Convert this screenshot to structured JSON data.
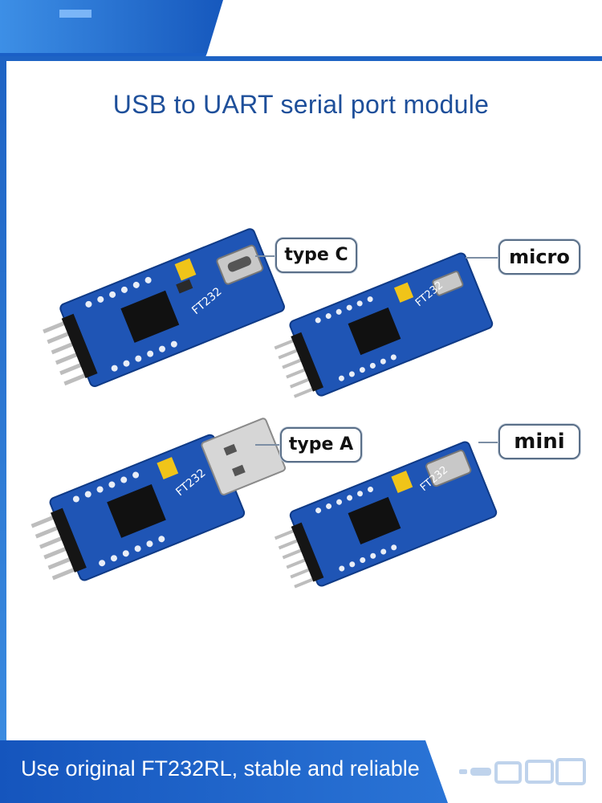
{
  "heading": "USB to UART serial port module",
  "tagline": "Use original FT232RL, stable and reliable",
  "colors": {
    "brand_blue": "#1e63c4",
    "pcb_blue": "#1f55b5",
    "heading_text": "#1e4f9a",
    "connector_yellow": "#f0c419"
  },
  "modules": [
    {
      "label": "type C",
      "chip_label": "FT232",
      "connector": "usb-type-c"
    },
    {
      "label": "micro",
      "chip_label": "FT232",
      "connector": "usb-micro"
    },
    {
      "label": "type A",
      "chip_label": "FT232",
      "connector": "usb-type-a"
    },
    {
      "label": "mini",
      "chip_label": "FT232",
      "connector": "usb-mini"
    }
  ]
}
